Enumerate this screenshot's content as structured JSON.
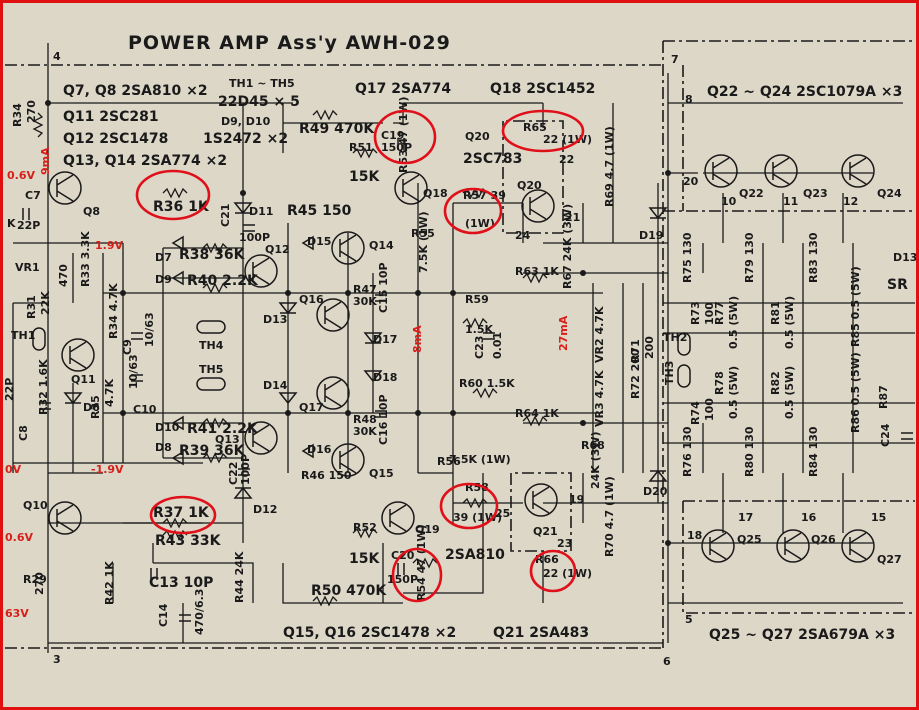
{
  "title": "POWER AMP Ass'y  AWH-029",
  "header_labels": {
    "q7q8": "Q7, Q8 2SA810 ×2",
    "q11": "Q11  2SC281",
    "q12": "Q12  2SC1478",
    "q13q14": "Q13, Q14  2SA774 ×2",
    "th": "TH1 ~ TH5",
    "th_part": "22D45 × 5",
    "d9d10": "D9, D10",
    "d_part": "1S2472 ×2",
    "q17": "Q17 2SA774",
    "q18": "Q18 2SC1452",
    "q20": "Q20",
    "q20_part": "2SC783",
    "q22q24": "Q22 ~ Q24  2SC1079A ×3",
    "q15q16": "Q15, Q16  2SC1478 ×2",
    "q21": "Q21  2SA483",
    "q25q27": "Q25 ~ Q27  2SA679A ×3",
    "q19_part": "2SA810"
  },
  "terminals": [
    "4",
    "7",
    "8",
    "3",
    "5",
    "6",
    "10",
    "11",
    "12",
    "15",
    "16",
    "17",
    "18",
    "19",
    "20",
    "21",
    "22",
    "23",
    "24",
    "25"
  ],
  "components": {
    "r34": "R34",
    "r34v": "270",
    "r36": "R36 1K",
    "r37": "R37 1K",
    "r38": "R38 36K",
    "r39": "R39 36K",
    "r40": "R40 2.2K",
    "r41": "R41 2.2K",
    "r45": "R45 150",
    "r46": "R46 150",
    "r47": "R47",
    "r47v": "30K",
    "r48": "R48",
    "r48v": "30K",
    "r49": "R49 470K",
    "r50": "R50 470K",
    "r51": "R51",
    "r51v": "15K",
    "r52": "R52",
    "r52v": "15K",
    "r53": "R53 47 (1W)",
    "r54": "R54 47 (1W)",
    "r55": "R55",
    "r55v": "7.5K (1W)",
    "r56": "R56",
    "r56v": "7.5K (1W)",
    "r57": "R57 39",
    "r57w": "(1W)",
    "r58": "R58",
    "r58v": "39 (1W)",
    "r59": "R59",
    "r59v": "1.5K",
    "r60": "R60 1.5K",
    "r63": "R63 1K",
    "r64": "R64 1K",
    "r65": "R65",
    "r65v": "22 (1W)",
    "r66": "R66",
    "r66v": "22 (1W)",
    "r67": "R67 24K (3W)",
    "r68": "R68",
    "r68v": "24K (3W)",
    "r69": "R69 4.7 (1W)",
    "r70": "R70 4.7 (1W)",
    "r42": "R42 1K",
    "r43": "R43 33K",
    "r44": "R44 24K",
    "r29": "R29",
    "r29v": "270",
    "r31": "R31",
    "r31v": "22K",
    "r32": "R32 1.6K",
    "r33": "R33 3.3K",
    "r35": "R35",
    "r35v": "4.7K",
    "r34b": "R34 4.7K",
    "vr1": "VR1",
    "vr1v": "470",
    "vr2": "VR2 4.7K",
    "vr3": "VR3 4.7K",
    "r71": "R71",
    "r71v": "200",
    "r72": "R72 200",
    "r73": "R73",
    "r73v": "100",
    "r74": "R74",
    "r74v": "100",
    "r75": "R75 130",
    "r76": "R76 130",
    "r77": "R77",
    "r78": "R78",
    "r79": "R79 130",
    "r80": "R80 130",
    "r81": "R81",
    "r82": "R82",
    "r83": "R83 130",
    "r84": "R84 130",
    "r85": "R85 0.5 (5W)",
    "r86": "R86 0.5 (5W)",
    "r87": "R87",
    "r_5w": "0.5 (5W)",
    "c7": "C7",
    "c7v": "22P",
    "c8": "C8",
    "c8v": "22P",
    "c9": "C9",
    "c9v": "10/63",
    "c10": "C10",
    "c10v": "10/63",
    "c13": "C13  10P",
    "c14": "C14",
    "c14v": "470/6.3",
    "c15": "C15 10P",
    "c16": "C16 10P",
    "c19": "C19",
    "c19v": "150P",
    "c20": "C20",
    "c20v": "150P",
    "c21": "C21",
    "c21v": "100P",
    "c22": "C22",
    "c22v": "100P",
    "c23": "C23",
    "c23v": "0.01",
    "c24": "C24",
    "th2": "TH2",
    "th3": "TH3",
    "th4": "TH4",
    "th5": "TH5",
    "th1": "TH1",
    "d6": "D6",
    "d7": "D7",
    "d8": "D8",
    "d9": "D9",
    "d10": "D10",
    "d11": "D11",
    "d12": "D12",
    "d13": "D13",
    "d14": "D14",
    "d15": "D15",
    "d16": "D16",
    "d17": "D17",
    "d18": "D18",
    "d19": "D19",
    "d20": "D20",
    "q8": "Q8",
    "q10": "Q10",
    "q11": "Q11",
    "q12": "Q12",
    "q13": "Q13",
    "q14": "Q14",
    "q15": "Q15",
    "q16": "Q16",
    "q17": "Q17",
    "q18": "Q18",
    "q19": "Q19",
    "q20": "Q20",
    "q21": "Q21",
    "q22": "Q22",
    "q23": "Q23",
    "q24": "Q24",
    "q25": "Q25",
    "q26": "Q26",
    "q27": "Q27",
    "k": "K",
    "d13b": "D13",
    "sr": "SR"
  },
  "measurements": {
    "v06a": "0.6V",
    "ma9": "9mA",
    "v19a": "1.9V",
    "v19b": "-1.9V",
    "v0": "0V",
    "v06b": "0.6V",
    "v63": "63V",
    "ma8": "8mA",
    "ma27": "27mA"
  },
  "colors": {
    "ink": "#1a1a1a",
    "paper": "#ddd7c8",
    "highlight": "#e0101a",
    "border": "#e01010"
  }
}
